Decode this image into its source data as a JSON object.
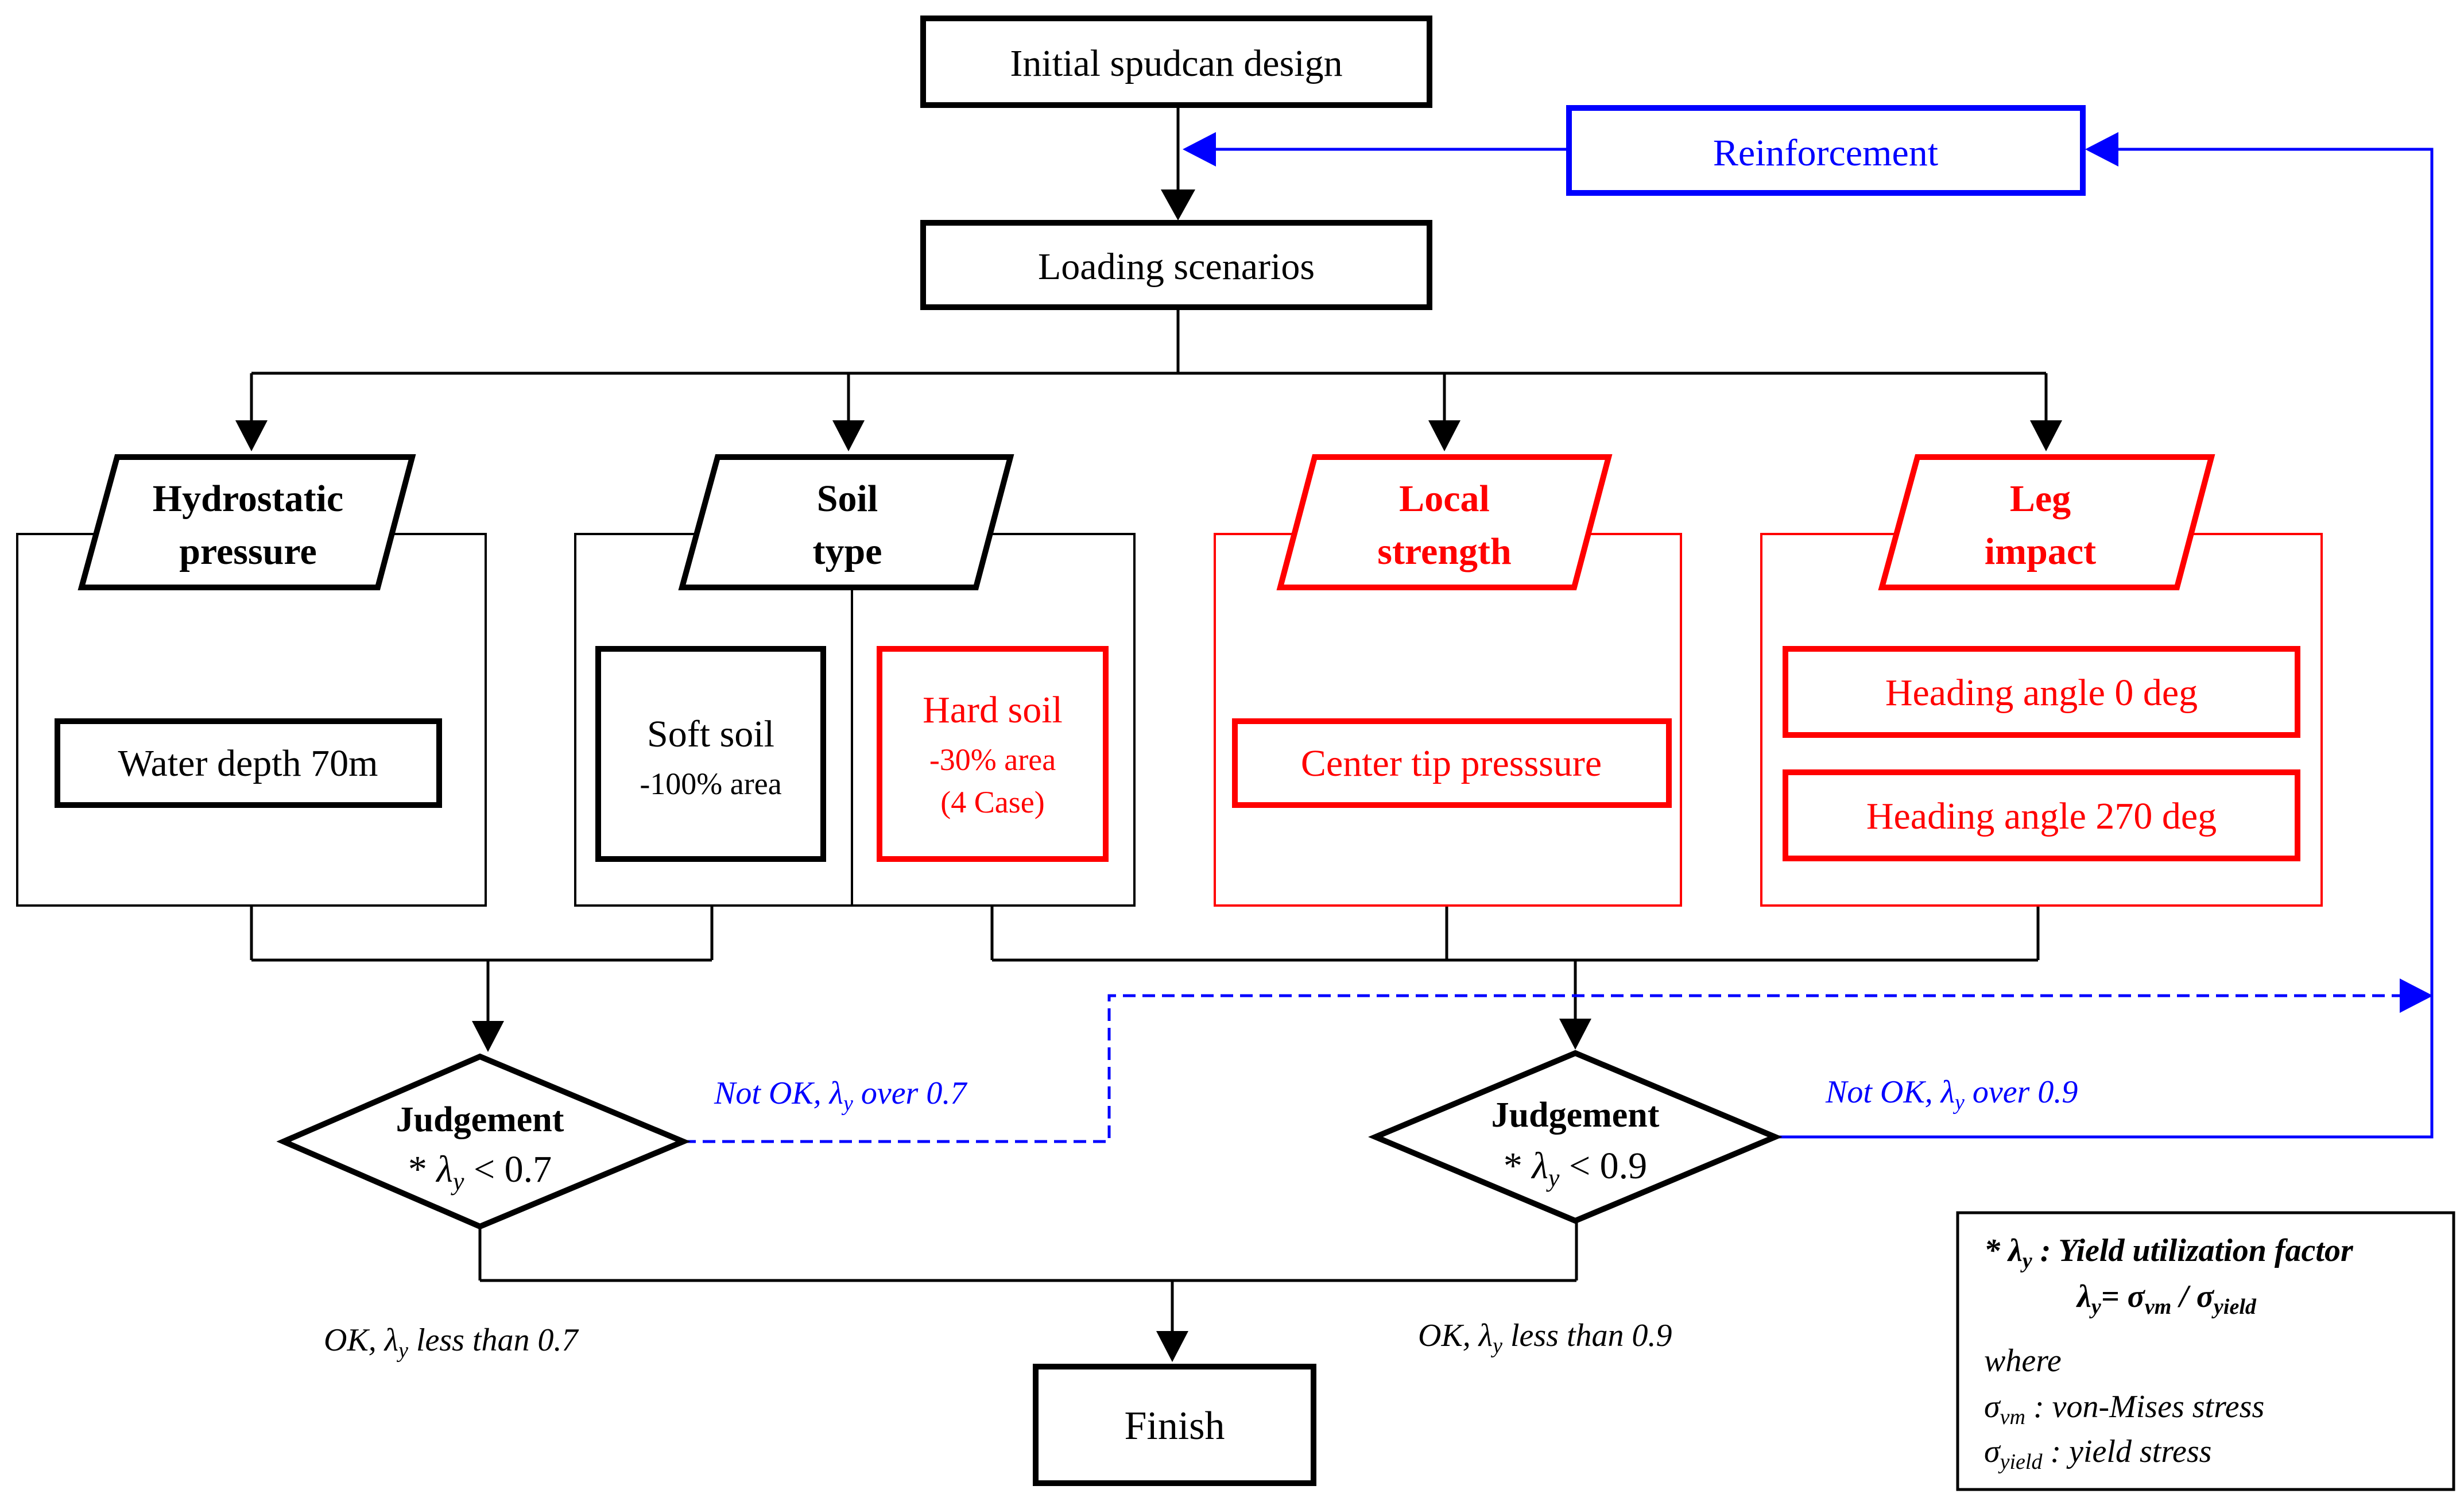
{
  "colors": {
    "black": "#000000",
    "red": "#ff0000",
    "blue": "#0000ff"
  },
  "nodes": {
    "initial": "Initial spudcan design",
    "reinforcement": "Reinforcement",
    "loading": "Loading scenarios",
    "hydro_line1": "Hydrostatic",
    "hydro_line2": "pressure",
    "soil_line1": "Soil",
    "soil_line2": "type",
    "local_line1": "Local",
    "local_line2": "strength",
    "leg_line1": "Leg",
    "leg_line2": "impact",
    "water_depth": "Water depth 70m",
    "soft_soil_title": "Soft soil",
    "soft_soil_sub": "-100% area",
    "hard_soil_title": "Hard soil",
    "hard_soil_sub1": "-30% area",
    "hard_soil_sub2": "(4 Case)",
    "center_tip": "Center tip presssure",
    "heading_0": "Heading angle 0 deg",
    "heading_270": "Heading angle 270 deg",
    "judgement1_title": "Judgement",
    "judgement1_cond_prefix": "* ",
    "judgement1_cond_lambda": "λ",
    "judgement1_cond_sub": "y",
    "judgement1_cond_value": " < 0.7",
    "judgement2_title": "Judgement",
    "judgement2_cond_prefix": "* ",
    "judgement2_cond_lambda": "λ",
    "judgement2_cond_sub": "y",
    "judgement2_cond_value": " < 0.9",
    "finish": "Finish"
  },
  "edge_labels": {
    "notok1_a": "Not OK, ",
    "notok1_lambda": "λ",
    "notok1_sub": "y",
    "notok1_b": " over 0.7",
    "notok2_a": "Not OK, ",
    "notok2_lambda": "λ",
    "notok2_sub": "y",
    "notok2_b": " over 0.9",
    "ok1_a": "OK, ",
    "ok1_lambda": "λ",
    "ok1_sub": "y",
    "ok1_b": " less than 0.7",
    "ok2_a": "OK, ",
    "ok2_lambda": "λ",
    "ok2_sub": "y",
    "ok2_b": " less than 0.9"
  },
  "legend": {
    "line1_a": "* λ",
    "line1_sub": "y",
    "line1_b": " : Yield utilization factor",
    "line2_a": "λ",
    "line2_sub1": "y",
    "line2_b": "= σ",
    "line2_sub2": "vm",
    "line2_c": " / σ",
    "line2_sub3": "yield",
    "where": "where",
    "vm_sym": "σ",
    "vm_sub": "vm",
    "vm_desc": " : von-Mises stress",
    "yield_sym": "σ",
    "yield_sub": "yield",
    "yield_desc": " : yield stress"
  }
}
